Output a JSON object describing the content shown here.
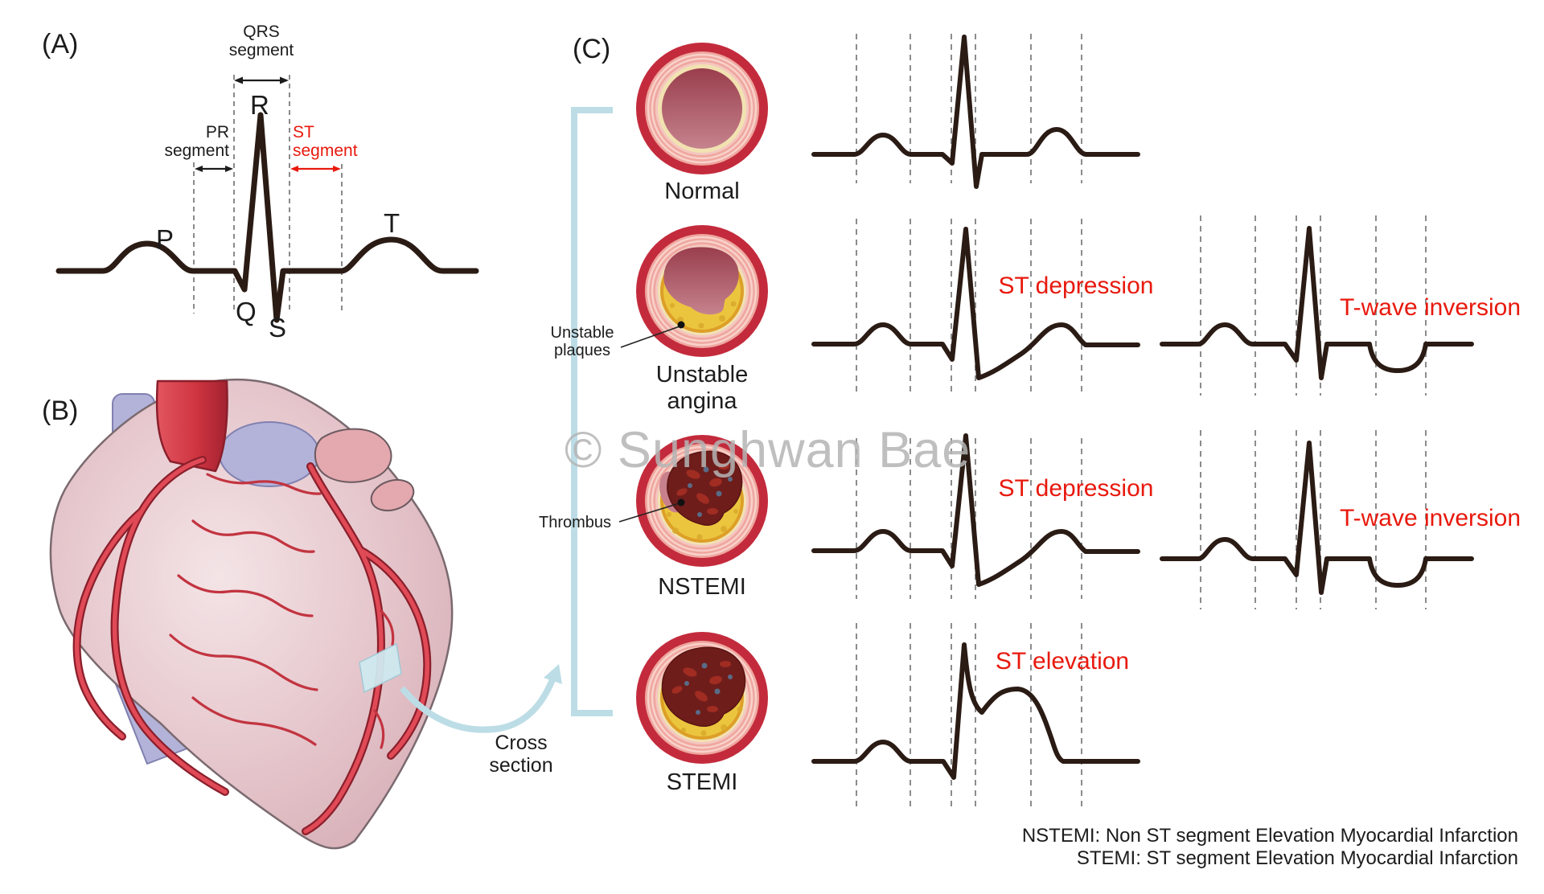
{
  "figure": {
    "panel_a": {
      "tag": "(A)",
      "qrs_segment_label": "QRS\nsegment",
      "pr_segment_label": "PR\nsegment",
      "st_segment_label": "ST\nsegment",
      "wave_p": "P",
      "wave_q": "Q",
      "wave_r": "R",
      "wave_s": "S",
      "wave_t": "T"
    },
    "panel_b": {
      "tag": "(B)",
      "cross_section_label": "Cross\nsection"
    },
    "panel_c": {
      "tag": "(C)",
      "stages": [
        {
          "name": "Normal",
          "ecg_label": "",
          "right_ecg_label": "",
          "callout": ""
        },
        {
          "name": "Unstable\nangina",
          "ecg_label": "ST depression",
          "right_ecg_label": "T-wave inversion",
          "callout": "Unstable\nplaques"
        },
        {
          "name": "NSTEMI",
          "ecg_label": "ST depression",
          "right_ecg_label": "T-wave inversion",
          "callout": "Thrombus"
        },
        {
          "name": "STEMI",
          "ecg_label": "ST elevation",
          "right_ecg_label": "",
          "callout": ""
        }
      ]
    },
    "watermark": "© Sunghwan Bae",
    "footnotes": [
      "NSTEMI: Non ST segment Elevation Myocardial Infarction",
      "STEMI: ST segment Elevation Myocardial Infarction"
    ],
    "colors": {
      "ecg_trace": "#2a1b14",
      "highlight_red": "#e8190d",
      "gridline_gray": "#8c8c8c",
      "bracket_blue": "#bcdde6",
      "watermark_gray": "#b5b5b5",
      "artery_wall_red": "#c32b3c",
      "plaque_yellow": "#ecc53e",
      "thrombus_dark_red": "#6f1c1a",
      "heart_pink": "#dcb4ba",
      "vessel_lavender": "#b3b3da",
      "aorta_red": "#cf3540"
    }
  }
}
